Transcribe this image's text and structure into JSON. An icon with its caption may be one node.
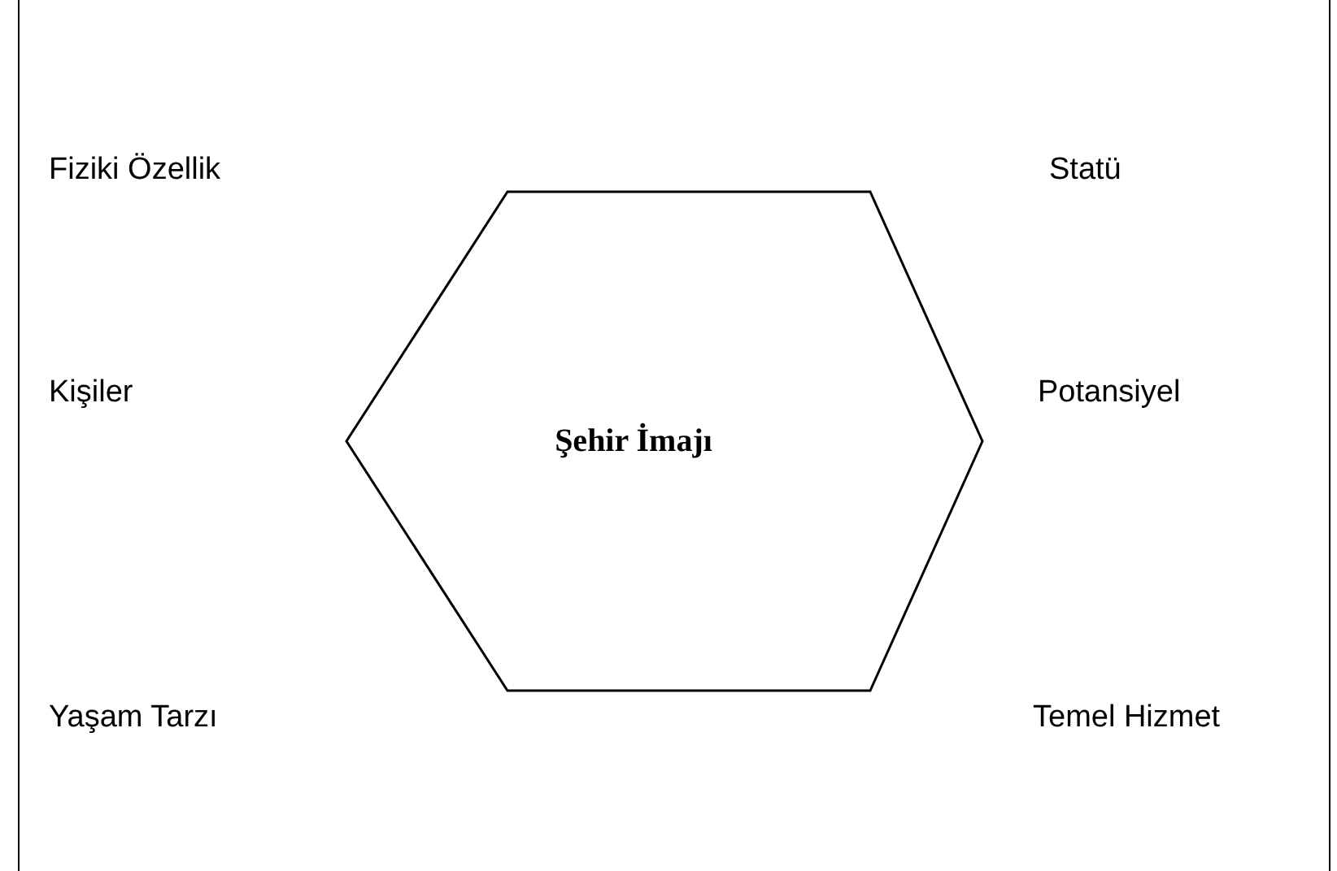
{
  "diagram": {
    "nodes": [
      {
        "text": [
          "Şehir İmajı"
        ]
      }
    ],
    "labels": [
      "Fiziki Özellik",
      "Statü",
      "Kişiler",
      "Potansiyel",
      "Yaşam Tarzı",
      "Temel Hizmet"
    ]
  }
}
